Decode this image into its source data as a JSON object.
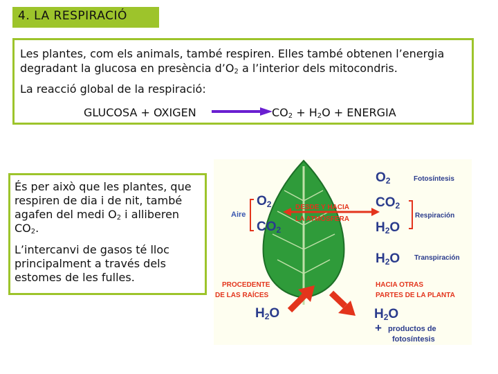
{
  "title": "4. LA RESPIRACIÓ",
  "intro": {
    "line1": "Les plantes, com els animals, també respiren. Elles també obtenen l’energia",
    "line2_pre": "degradant la glucosa en presència d’O",
    "line2_sub": "2",
    "line2_post": " a l’interior dels mitocondris.",
    "reaction_label": "La reacció global de la respiració:"
  },
  "equation": {
    "left": "GLUCOSA + OXIGEN",
    "co": "CO",
    "co_sub": "2",
    "h": " + H",
    "h_sub": "2",
    "tail": "O + ENERGIA",
    "arrow_color": "#6a1fd1"
  },
  "side_text": {
    "p1_a": "És per això que les plantes, que respiren de dia i de nit, també agafen del medi O",
    "p1_sub1": "2",
    "p1_b": " i alliberen CO",
    "p1_sub2": "2",
    "p1_c": ".",
    "p2": "L’intercanvi de gasos té lloc principalment a través dels estomes de les fulles."
  },
  "figure": {
    "left_o": "O",
    "left_o_sub": "2",
    "aire": "Aire",
    "left_co": "CO",
    "left_co_sub": "2",
    "desde_1": "DESDE Y HACIA",
    "desde_2": "LA ATMÓSFERA",
    "r1_o": "O",
    "r1_o_sub": "2",
    "fotosintesis": "Fotosíntesis",
    "r2_co": "CO",
    "r2_co_sub": "2",
    "respiracion": "Respiración",
    "r3_h": "H",
    "r3_sub": "2",
    "r3_o": "O",
    "r4_h": "H",
    "r4_sub": "2",
    "r4_o": "O",
    "transpiracion": "Transpiración",
    "procedente_1": "PROCEDENTE",
    "procedente_2": "DE LAS RAÍCES",
    "bl_h": "H",
    "bl_sub": "2",
    "bl_o": "O",
    "hacia_1": "HACIA OTRAS",
    "hacia_2": "PARTES DE LA PLANTA",
    "br_h": "H",
    "br_sub": "2",
    "br_o": "O",
    "plus": "+",
    "productos_1": "productos de",
    "productos_2": "fotosíntesis",
    "colors": {
      "leaf": "#2f9b3a",
      "accent_red": "#e3341c",
      "label_blue": "#2a3b8c",
      "aire_blue": "#3a57b0"
    }
  }
}
